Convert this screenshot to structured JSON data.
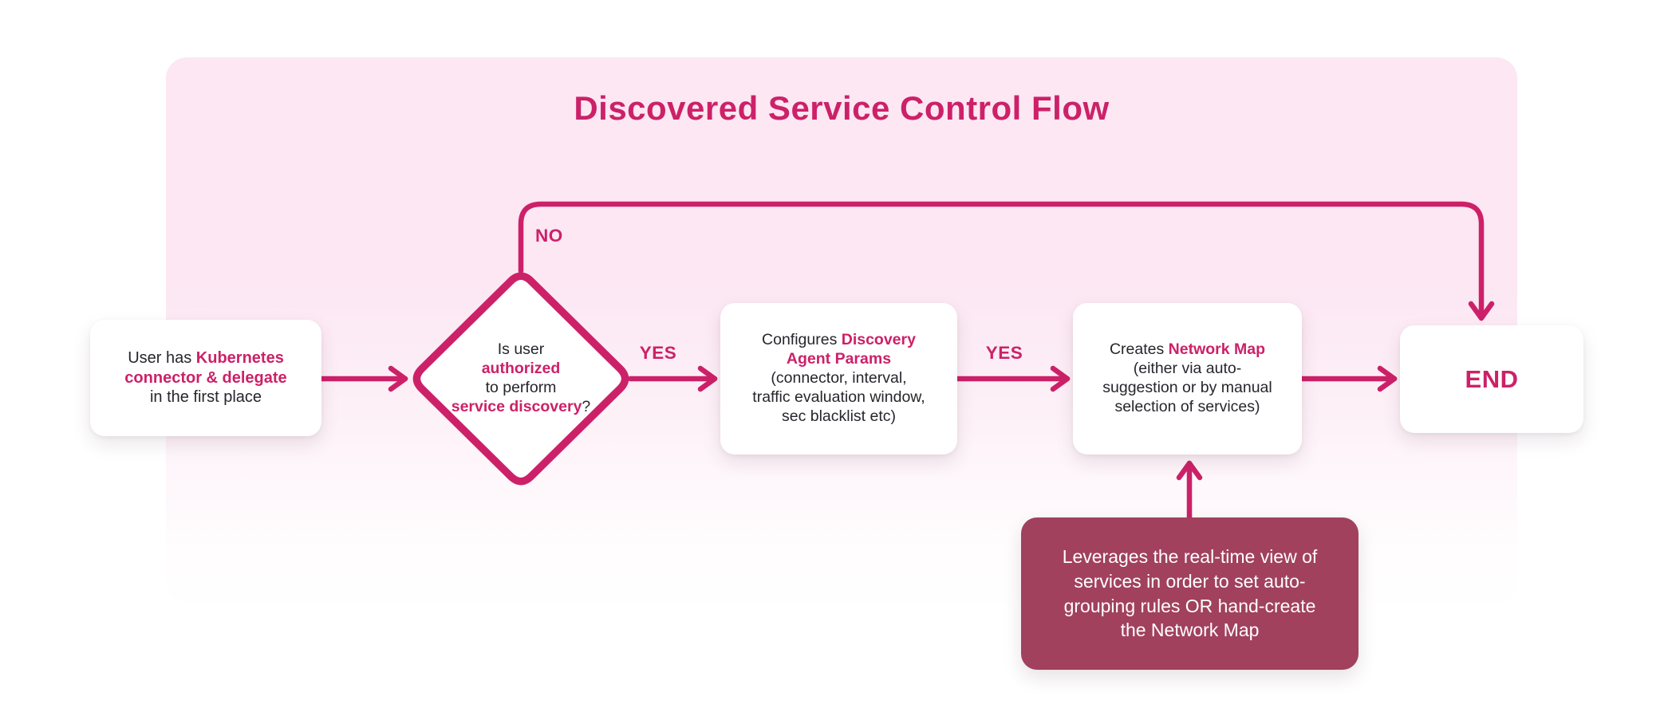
{
  "title": "Discovered Service Control Flow",
  "colors": {
    "accent": "#CC2168",
    "panel_pink": "#FCE7F3",
    "annotation_maroon": "#A1415E",
    "text_dark": "#26262C",
    "node_bg": "#FFFFFF"
  },
  "nodes": {
    "start": {
      "l1a": "User has ",
      "l1b": "Kubernetes",
      "l2": "connector & delegate",
      "l3": "in the first place"
    },
    "decision": {
      "l1": "Is user",
      "l2": "authorized",
      "l3": "to perform",
      "l4a": "service discovery",
      "l4b": "?"
    },
    "configure": {
      "l1a": "Configures ",
      "l1b": "Discovery",
      "l2": "Agent Params",
      "l3": "(connector, interval,",
      "l4": "traffic evaluation window,",
      "l5": "sec blacklist etc)"
    },
    "create": {
      "l1a": "Creates ",
      "l1b": "Network Map",
      "l2": "(either via auto-",
      "l3": "suggestion or by manual",
      "l4": "selection of services)"
    },
    "end": {
      "label": "END"
    },
    "annotation": {
      "l1": "Leverages the real-time view of",
      "l2": "services in order to set auto-",
      "l3": "grouping rules OR hand-create",
      "l4": "the Network Map"
    }
  },
  "labels": {
    "no": "NO",
    "yes_authorized": "YES",
    "yes_configured": "YES"
  }
}
